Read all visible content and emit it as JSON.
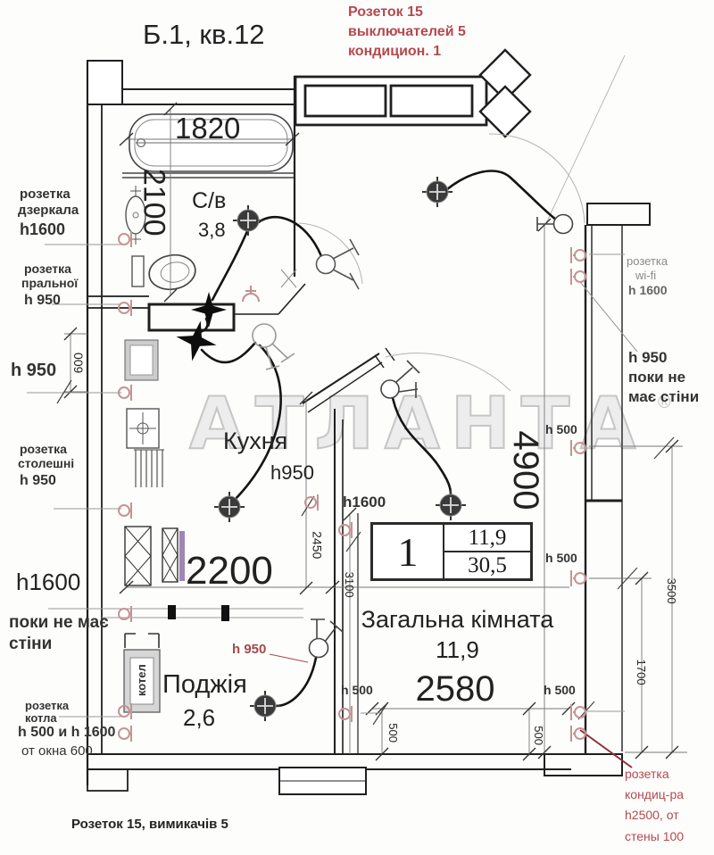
{
  "title": "Б.1, кв.12",
  "top_note": [
    "Розеток 15",
    "выключателей 5",
    "кондицион. 1"
  ],
  "bottom_note": "Розеток 15, вимикачів 5",
  "watermark": {
    "text": "АТЛАНТА",
    "reg": "®"
  },
  "rooms": {
    "bathroom_name": "С/в",
    "bathroom_area": "3,8",
    "kitchen_name": "Кухня",
    "kitchen_h": "h950",
    "living_name": "Загальна кімната",
    "living_area": "11,9",
    "loggia_name": "Поджія",
    "loggia_area": "2,6",
    "boiler": "котел"
  },
  "info_table": {
    "flat": "1",
    "top": "11,9",
    "bottom": "30,5"
  },
  "dims": {
    "bath_w": "1820",
    "bath_l": "2100",
    "kitchen_w": "2200",
    "kitchen_d": "2450",
    "hall_d": "3100",
    "living_l": "4900",
    "living_w": "2580",
    "window_off": "600",
    "right_a": "3500",
    "right_b": "1700",
    "off_l": "500",
    "off_r": "500"
  },
  "left_labels": {
    "mirror_1": "розетка",
    "mirror_2": "дзеркала",
    "mirror_3": "h1600",
    "washer_1": "розетка",
    "washer_2": "пральної",
    "washer_3": "h 950",
    "h950": "h 950",
    "counter_1": "розетка",
    "counter_2": "столешні",
    "counter_3": "h 950",
    "h1600": "h1600",
    "no_wall_1": "поки не має",
    "no_wall_2": "стіни",
    "boiler_1": "розетка",
    "boiler_2": "котла",
    "boiler_3": "h 500 и h 1600",
    "boiler_4": "от окна 600"
  },
  "right_labels": {
    "wifi_1": "розетка",
    "wifi_2": "wi-fi",
    "wifi_3": "h 1600",
    "nowall_1": "h 950",
    "nowall_2": "поки не",
    "nowall_3": "має стіни",
    "h500_top": "h 500",
    "h500_mid": "h 500",
    "h500_bot": "h 500",
    "ac_1": "розетка",
    "ac_2": "кондиц-ра",
    "ac_3": "h2500, от",
    "ac_4": "стены 100"
  },
  "inner_labels": {
    "kitchen_h1600": "h1600",
    "loggia_h950": "h 950",
    "living_h500": "h 500"
  },
  "colors": {
    "note_red": "#b4494f",
    "socket_pink": "#c49494",
    "dark_red": "#a14a4a",
    "watermark_grey": "#c6c6c6"
  }
}
